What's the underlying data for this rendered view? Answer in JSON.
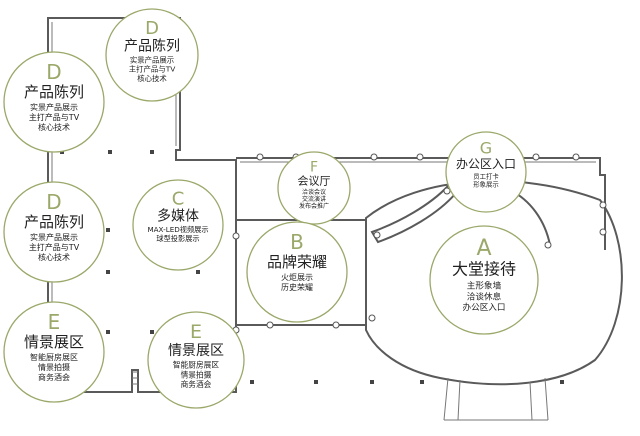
{
  "zones": [
    {
      "id": "d1",
      "letter": "D",
      "name": "产品陈列",
      "lines": [
        "实景产品展示",
        "主打产品与TV",
        "核心技术"
      ]
    },
    {
      "id": "d2",
      "letter": "D",
      "name": "产品陈列",
      "lines": [
        "实景产品展示",
        "主打产品与TV",
        "核心技术"
      ]
    },
    {
      "id": "d3",
      "letter": "D",
      "name": "产品陈列",
      "lines": [
        "实景产品展示",
        "主打产品与TV",
        "核心技术"
      ]
    },
    {
      "id": "c",
      "letter": "C",
      "name": "多媒体",
      "lines": [
        "MAX-LED视频展示",
        "球型投影展示"
      ]
    },
    {
      "id": "f",
      "letter": "F",
      "name": "会议厅",
      "lines": [
        "洽谈会议",
        "交流演讲",
        "发布会推广"
      ]
    },
    {
      "id": "g",
      "letter": "G",
      "name": "办公区入口",
      "lines": [
        "员工打卡",
        "形象展示"
      ]
    },
    {
      "id": "b",
      "letter": "B",
      "name": "品牌荣耀",
      "lines": [
        "火炬展示",
        "历史荣耀"
      ]
    },
    {
      "id": "a",
      "letter": "A",
      "name": "大堂接待",
      "lines": [
        "主形象墙",
        "洽谈休息",
        "办公区入口"
      ]
    },
    {
      "id": "e1",
      "letter": "E",
      "name": "情景展区",
      "lines": [
        "智能厨房展区",
        "情景拍摄",
        "商务酒会"
      ]
    },
    {
      "id": "e2",
      "letter": "E",
      "name": "情景展区",
      "lines": [
        "智能厨房展区",
        "情景拍摄",
        "商务酒会"
      ]
    }
  ]
}
